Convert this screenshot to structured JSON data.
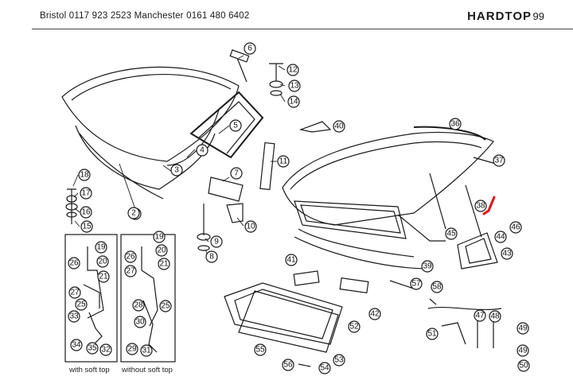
{
  "header": {
    "phones": "Bristol 0117 923 2523   Manchester 0161 480 6402",
    "section": "HARDTOP",
    "page": "99"
  },
  "captions": {
    "with_soft_top": "with soft top",
    "without_soft_top": "without soft top"
  },
  "callouts": [
    "1",
    "2",
    "3",
    "4",
    "5",
    "6",
    "7",
    "8",
    "9",
    "10",
    "11",
    "12",
    "13",
    "14",
    "15",
    "16",
    "17",
    "18",
    "19",
    "20",
    "21",
    "25",
    "26",
    "27",
    "28",
    "29",
    "30",
    "31",
    "32",
    "33",
    "34",
    "35",
    "36",
    "37",
    "38",
    "39",
    "40",
    "41",
    "42",
    "43",
    "44",
    "45",
    "46",
    "47",
    "48",
    "49",
    "50",
    "51",
    "52",
    "53",
    "54",
    "55",
    "56",
    "57",
    "58"
  ],
  "accent_color": "#e0101a"
}
